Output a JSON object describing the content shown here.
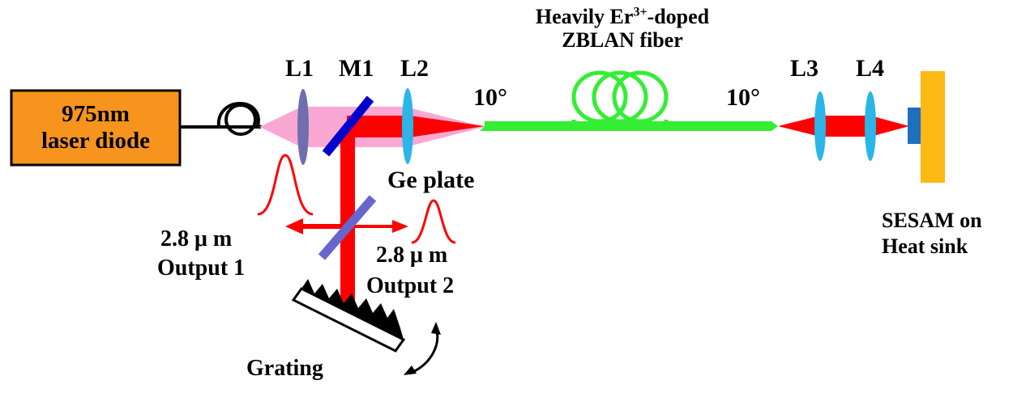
{
  "laser": {
    "line1": "975nm",
    "line2": "laser diode",
    "fill": "#F7941D"
  },
  "components": {
    "l1": "L1",
    "m1": "M1",
    "l2": "L2",
    "l3": "L3",
    "l4": "L4"
  },
  "fiber": {
    "line1_pre": "Heavily Er",
    "line1_sup": "3+",
    "line1_post": "-doped",
    "line2": "ZBLAN fiber",
    "color": "#33EE33"
  },
  "angles": {
    "left": "10°",
    "right": "10°"
  },
  "ge_plate": "Ge plate",
  "outputs": {
    "output1_wavelength": "2.8 μ m",
    "output1_label": "Output 1",
    "output2_wavelength": "2.8 μ m",
    "output2_label": "Output 2"
  },
  "grating": "Grating",
  "sesam": {
    "line1": "SESAM on",
    "line2": "Heat sink",
    "sink_color": "#FDB913"
  },
  "colors": {
    "beam": "#FF0000",
    "pump": "#F9A8D4",
    "lens": "#2BB5E8",
    "plate": "#6666CC",
    "mirror": "#0000CC"
  }
}
